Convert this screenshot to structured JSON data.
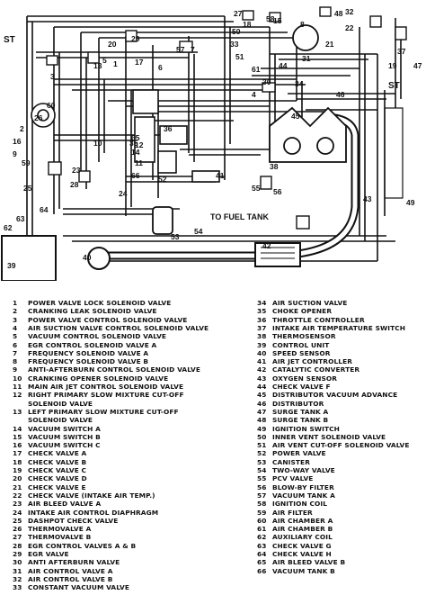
{
  "diagram": {
    "callouts": [
      "1",
      "2",
      "3",
      "4",
      "5",
      "6",
      "7",
      "8",
      "9",
      "10",
      "11",
      "12",
      "13",
      "14",
      "15",
      "16",
      "17",
      "18",
      "19",
      "20",
      "21",
      "22",
      "23",
      "24",
      "25",
      "26",
      "27",
      "28",
      "29",
      "30",
      "31",
      "32",
      "33",
      "34",
      "35",
      "36",
      "37",
      "38",
      "39",
      "40",
      "41",
      "42",
      "43",
      "44",
      "45",
      "46",
      "47",
      "48",
      "49",
      "50",
      "51",
      "52",
      "53",
      "54",
      "55",
      "56",
      "57",
      "58",
      "59",
      "60",
      "61",
      "62",
      "63",
      "64",
      "65",
      "66"
    ],
    "st_left": "ST",
    "st_right": "ST",
    "to_fuel_tank": "TO FUEL TANK"
  },
  "legend": {
    "left": [
      {
        "n": "1",
        "t": "POWER VALVE LOCK SOLENOID VALVE"
      },
      {
        "n": "2",
        "t": "CRANKING LEAK SOLENOID VALVE"
      },
      {
        "n": "3",
        "t": "POWER VALVE CONTROL SOLENOID VALVE"
      },
      {
        "n": "4",
        "t": "AIR SUCTION VALVE CONTROL SOLENOID VALVE"
      },
      {
        "n": "5",
        "t": "VACUUM CONTROL SOLENOID VALVE"
      },
      {
        "n": "6",
        "t": "EGR CONTROL SOLENOID VALVE A"
      },
      {
        "n": "7",
        "t": "FREQUENCY SOLENOID VALVE A"
      },
      {
        "n": "8",
        "t": "FREQUENCY SOLENOID VALVE B"
      },
      {
        "n": "9",
        "t": "ANTI-AFTERBURN CONTROL SOLENOID VALVE"
      },
      {
        "n": "10",
        "t": "CRANKING OPENER SOLENOID VALVE"
      },
      {
        "n": "11",
        "t": "MAIN AIR JET CONTROL SOLENOID VALVE"
      },
      {
        "n": "12",
        "t": "RIGHT PRIMARY SLOW MIXTURE CUT-OFF"
      },
      {
        "n": "",
        "t": "SOLENOID VALVE"
      },
      {
        "n": "13",
        "t": "LEFT PRIMARY SLOW MIXTURE CUT-OFF"
      },
      {
        "n": "",
        "t": "SOLENOID VALVE"
      },
      {
        "n": "14",
        "t": "VACUUM SWITCH A"
      },
      {
        "n": "15",
        "t": "VACUUM SWITCH B"
      },
      {
        "n": "16",
        "t": "VACUUM SWITCH C"
      },
      {
        "n": "17",
        "t": "CHECK VALVE A"
      },
      {
        "n": "18",
        "t": "CHECK VALVE B"
      },
      {
        "n": "19",
        "t": "CHECK VALVE C"
      },
      {
        "n": "20",
        "t": "CHECK VALVE D"
      },
      {
        "n": "21",
        "t": "CHECK VALVE E"
      },
      {
        "n": "22",
        "t": "CHECK VALVE (INTAKE AIR TEMP.)"
      },
      {
        "n": "23",
        "t": "AIR BLEED VALVE A"
      },
      {
        "n": "24",
        "t": "INTAKE AIR CONTROL DIAPHRAGM"
      },
      {
        "n": "25",
        "t": "DASHPOT CHECK VALVE"
      },
      {
        "n": "26",
        "t": "THERMOVALVE A"
      },
      {
        "n": "27",
        "t": "THERMOVALVE B"
      },
      {
        "n": "28",
        "t": "EGR CONTROL VALVES A & B"
      },
      {
        "n": "29",
        "t": "EGR VALVE"
      },
      {
        "n": "30",
        "t": "ANTI AFTERBURN VALVE"
      },
      {
        "n": "31",
        "t": "AIR CONTROL VALVE A"
      },
      {
        "n": "32",
        "t": "AIR CONTROL VALVE B"
      },
      {
        "n": "33",
        "t": "CONSTANT VACUUM VALVE"
      }
    ],
    "right": [
      {
        "n": "34",
        "t": "AIR SUCTION VALVE"
      },
      {
        "n": "35",
        "t": "CHOKE OPENER"
      },
      {
        "n": "36",
        "t": "THROTTLE CONTROLLER"
      },
      {
        "n": "37",
        "t": "INTAKE AIR TEMPERATURE SWITCH"
      },
      {
        "n": "38",
        "t": "THERMOSENSOR"
      },
      {
        "n": "39",
        "t": "CONTROL UNIT"
      },
      {
        "n": "40",
        "t": "SPEED SENSOR"
      },
      {
        "n": "41",
        "t": "AIR JET CONTROLLER"
      },
      {
        "n": "42",
        "t": "CATALYTIC CONVERTER"
      },
      {
        "n": "43",
        "t": "OXYGEN SENSOR"
      },
      {
        "n": "44",
        "t": "CHECK VALVE F"
      },
      {
        "n": "45",
        "t": "DISTRIBUTOR VACUUM ADVANCE"
      },
      {
        "n": "46",
        "t": "DISTRIBUTOR"
      },
      {
        "n": "47",
        "t": "SURGE TANK A"
      },
      {
        "n": "48",
        "t": "SURGE TANK B"
      },
      {
        "n": "49",
        "t": "IGNITION SWITCH"
      },
      {
        "n": "50",
        "t": "INNER VENT SOLENOID VALVE"
      },
      {
        "n": "51",
        "t": "AIR VENT CUT-OFF SOLENOID VALVE"
      },
      {
        "n": "52",
        "t": "POWER VALVE"
      },
      {
        "n": "53",
        "t": "CANISTER"
      },
      {
        "n": "54",
        "t": "TWO-WAY VALVE"
      },
      {
        "n": "55",
        "t": "PCV VALVE"
      },
      {
        "n": "56",
        "t": "BLOW-BY FILTER"
      },
      {
        "n": "57",
        "t": "VACUUM TANK A"
      },
      {
        "n": "58",
        "t": "IGNITION COIL"
      },
      {
        "n": "59",
        "t": "AIR FILTER"
      },
      {
        "n": "60",
        "t": "AIR CHAMBER A"
      },
      {
        "n": "61",
        "t": "AIR CHAMBER B"
      },
      {
        "n": "62",
        "t": "AUXILIARY COIL"
      },
      {
        "n": "63",
        "t": "CHECK VALVE G"
      },
      {
        "n": "64",
        "t": "CHECK VALVE H"
      },
      {
        "n": "65",
        "t": "AIR BLEED VALVE B"
      },
      {
        "n": "66",
        "t": "VACUUM TANK B"
      }
    ]
  }
}
